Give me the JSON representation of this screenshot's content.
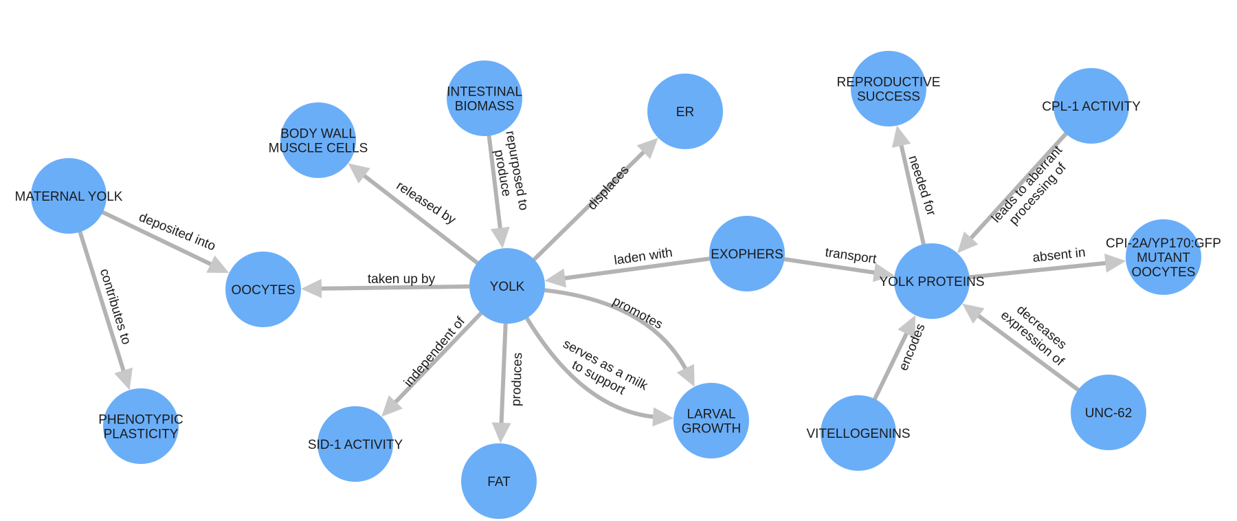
{
  "nodes": [
    {
      "id": "maternal_yolk",
      "label": [
        "MATERNAL YOLK"
      ]
    },
    {
      "id": "oocytes",
      "label": [
        "OOCYTES"
      ]
    },
    {
      "id": "phenotypic_plasticity",
      "label": [
        "PHENOTYPIC",
        "PLASTICITY"
      ]
    },
    {
      "id": "body_wall",
      "label": [
        "BODY WALL",
        "MUSCLE CELLS"
      ]
    },
    {
      "id": "intestinal_biomass",
      "label": [
        "INTESTINAL",
        "BIOMASS"
      ]
    },
    {
      "id": "er",
      "label": [
        "ER"
      ]
    },
    {
      "id": "yolk",
      "label": [
        "YOLK"
      ]
    },
    {
      "id": "sid1",
      "label": [
        "SID-1 ACTIVITY"
      ]
    },
    {
      "id": "fat",
      "label": [
        "FAT"
      ]
    },
    {
      "id": "larval_growth",
      "label": [
        "LARVAL",
        "GROWTH"
      ]
    },
    {
      "id": "exophers",
      "label": [
        "EXOPHERS"
      ]
    },
    {
      "id": "yolk_proteins",
      "label": [
        "YOLK PROTEINS"
      ]
    },
    {
      "id": "reproductive_success",
      "label": [
        "REPRODUCTIVE",
        "SUCCESS"
      ]
    },
    {
      "id": "cpl1",
      "label": [
        "CPL-1 ACTIVITY"
      ]
    },
    {
      "id": "cpi2a",
      "label": [
        "CPI-2A/YP170:GFP",
        "MUTANT",
        "OOCYTES"
      ]
    },
    {
      "id": "unc62",
      "label": [
        "UNC-62"
      ]
    },
    {
      "id": "vitellogenins",
      "label": [
        "VITELLOGENINS"
      ]
    }
  ],
  "edges": [
    {
      "id": "e1",
      "from": "maternal_yolk",
      "to": "oocytes",
      "label": [
        "deposited into"
      ]
    },
    {
      "id": "e2",
      "from": "maternal_yolk",
      "to": "phenotypic_plasticity",
      "label": [
        "contributes to"
      ]
    },
    {
      "id": "e3",
      "from": "yolk",
      "to": "oocytes",
      "label": [
        "taken up by"
      ]
    },
    {
      "id": "e4",
      "from": "yolk",
      "to": "body_wall",
      "label": [
        "released by"
      ]
    },
    {
      "id": "e5",
      "from": "intestinal_biomass",
      "to": "yolk",
      "label": [
        "repurposed to",
        "produce"
      ]
    },
    {
      "id": "e6",
      "from": "yolk",
      "to": "er",
      "label": [
        "displaces"
      ]
    },
    {
      "id": "e7",
      "from": "yolk",
      "to": "sid1",
      "label": [
        "independent of"
      ]
    },
    {
      "id": "e8",
      "from": "yolk",
      "to": "fat",
      "label": [
        "produces"
      ]
    },
    {
      "id": "e9",
      "from": "yolk",
      "to": "larval_growth",
      "label": [
        "promotes"
      ]
    },
    {
      "id": "e10",
      "from": "yolk",
      "to": "larval_growth",
      "label": [
        "serves as a milk",
        "to support"
      ]
    },
    {
      "id": "e11",
      "from": "exophers",
      "to": "yolk",
      "label": [
        "laden with"
      ]
    },
    {
      "id": "e12",
      "from": "exophers",
      "to": "yolk_proteins",
      "label": [
        "transport"
      ]
    },
    {
      "id": "e13",
      "from": "yolk_proteins",
      "to": "reproductive_success",
      "label": [
        "needed for"
      ]
    },
    {
      "id": "e14",
      "from": "cpl1",
      "to": "yolk_proteins",
      "label": [
        "leads to aberrant",
        "processing of"
      ]
    },
    {
      "id": "e15",
      "from": "yolk_proteins",
      "to": "cpi2a",
      "label": [
        "absent in"
      ]
    },
    {
      "id": "e16",
      "from": "unc62",
      "to": "yolk_proteins",
      "label": [
        "decreases",
        "expression of"
      ]
    },
    {
      "id": "e17",
      "from": "vitellogenins",
      "to": "yolk_proteins",
      "label": [
        "encodes"
      ]
    }
  ],
  "colors": {
    "node": "#6aaef8",
    "edge": "#b3b3b3",
    "arrow": "#c8c8c8",
    "text": "#1a1a1a"
  }
}
